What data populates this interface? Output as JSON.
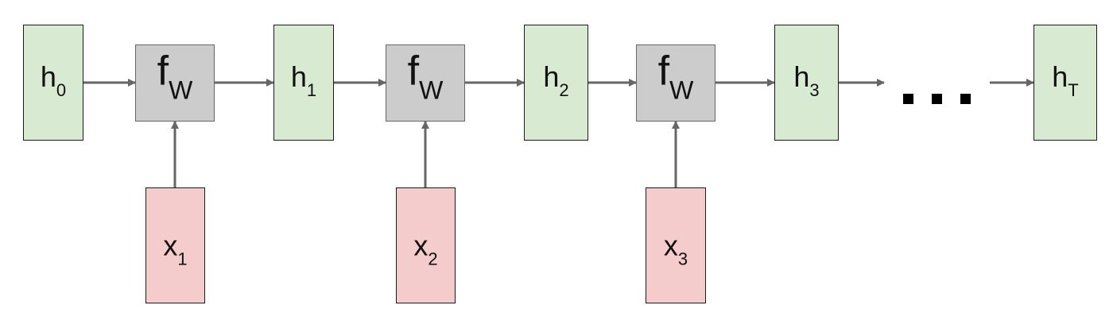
{
  "hidden_states": [
    {
      "name": "h",
      "sub": "0"
    },
    {
      "name": "h",
      "sub": "1"
    },
    {
      "name": "h",
      "sub": "2"
    },
    {
      "name": "h",
      "sub": "3"
    },
    {
      "name": "h",
      "sub": "T"
    }
  ],
  "inputs": [
    {
      "name": "x",
      "sub": "1"
    },
    {
      "name": "x",
      "sub": "2"
    },
    {
      "name": "x",
      "sub": "3"
    }
  ],
  "functions": [
    {
      "name": "f",
      "sub": "W"
    },
    {
      "name": "f",
      "sub": "W"
    },
    {
      "name": "f",
      "sub": "W"
    }
  ],
  "colors": {
    "hidden_fill": "#d9ead3",
    "input_fill": "#f4cccc",
    "function_fill": "#cccccc",
    "arrow": "#666666"
  }
}
